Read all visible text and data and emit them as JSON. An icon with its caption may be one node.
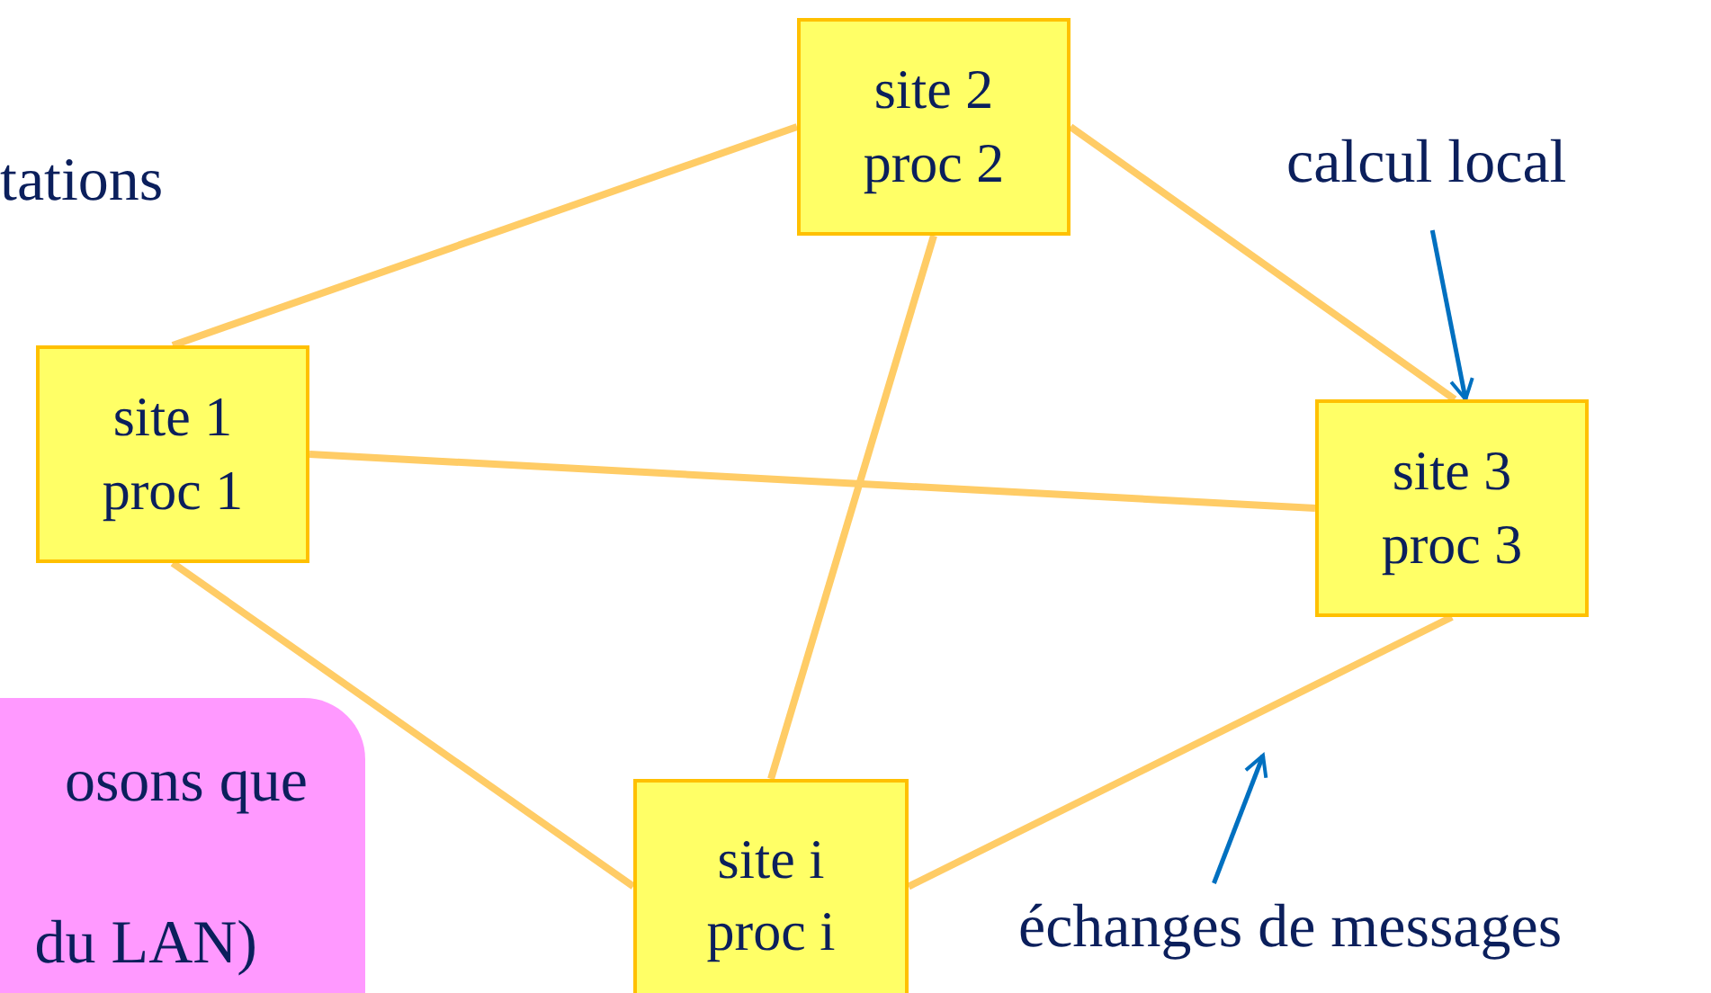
{
  "diagram": {
    "nodes": [
      {
        "text": [
          "site 1 proc 1"
        ]
      },
      {
        "text": [
          "site 2 proc 2"
        ]
      },
      {
        "text": [
          "site 3 proc 3"
        ]
      },
      {
        "text": [
          "site i proc i"
        ]
      },
      {
        "text": [
          "calcul local"
        ]
      },
      {
        "text": [
          "échanges de messages"
        ]
      },
      {
        "text": [
          "osons que",
          "du LAN)"
        ]
      }
    ],
    "edges": [
      {
        "from": 0,
        "to": 1,
        "arrow": "none"
      },
      {
        "from": 1,
        "to": 2,
        "arrow": "none"
      },
      {
        "from": 0,
        "to": 2,
        "arrow": "none"
      },
      {
        "from": 1,
        "to": 3,
        "arrow": "none"
      },
      {
        "from": 0,
        "to": 3,
        "arrow": "none"
      },
      {
        "from": 3,
        "to": 2,
        "arrow": "none"
      },
      {
        "from": 4,
        "to": 2,
        "arrow": "to",
        "color": "#0070c0"
      },
      {
        "from": 5,
        "to": null,
        "arrow": "to",
        "color": "#0070c0"
      }
    ],
    "labels": [
      "tations"
    ]
  }
}
